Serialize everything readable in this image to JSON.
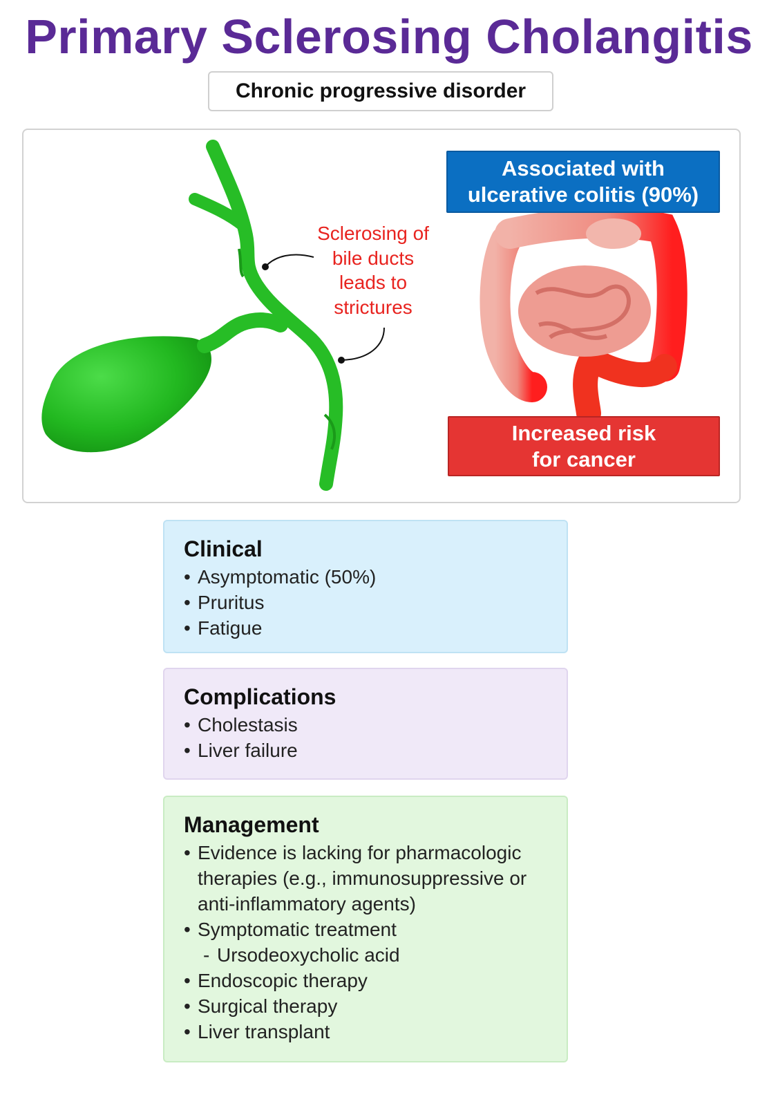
{
  "title": "Primary Sclerosing Cholangitis",
  "subtitle": "Chronic progressive disorder",
  "annotation": {
    "lines": [
      "Sclerosing of",
      "bile ducts",
      "leads to",
      "strictures"
    ]
  },
  "tags": {
    "association": [
      "Associated with",
      "ulcerative colitis (90%)"
    ],
    "risk": [
      "Increased risk",
      "for cancer"
    ]
  },
  "colors": {
    "title": "#5a2a96",
    "annotation": "#e8231f",
    "bile_duct": "#2bc22a",
    "blue_tag": "#0b6fc2",
    "red_tag": "#e53533"
  },
  "illustrations": [
    "gallbladder-bile-duct-illustration",
    "colon-illustration"
  ],
  "sections": {
    "clinical": {
      "heading": "Clinical",
      "items": [
        "Asymptomatic (50%)",
        "Pruritus",
        "Fatigue"
      ]
    },
    "complications": {
      "heading": "Complications",
      "items": [
        "Cholestasis",
        "Liver failure"
      ]
    },
    "management": {
      "heading": "Management",
      "items": [
        {
          "bullet": "•",
          "lines": [
            "Evidence is lacking for pharmacologic",
            "therapies (e.g., immunosuppressive or",
            "anti-inflammatory agents)"
          ]
        },
        {
          "bullet": "•",
          "lines": [
            "Symptomatic treatment"
          ]
        },
        {
          "bullet": "-",
          "sub": true,
          "lines": [
            "Ursodeoxycholic acid"
          ]
        },
        {
          "bullet": "•",
          "lines": [
            "Endoscopic therapy"
          ]
        },
        {
          "bullet": "•",
          "lines": [
            "Surgical therapy"
          ]
        },
        {
          "bullet": "•",
          "lines": [
            "Liver transplant"
          ]
        }
      ]
    }
  }
}
